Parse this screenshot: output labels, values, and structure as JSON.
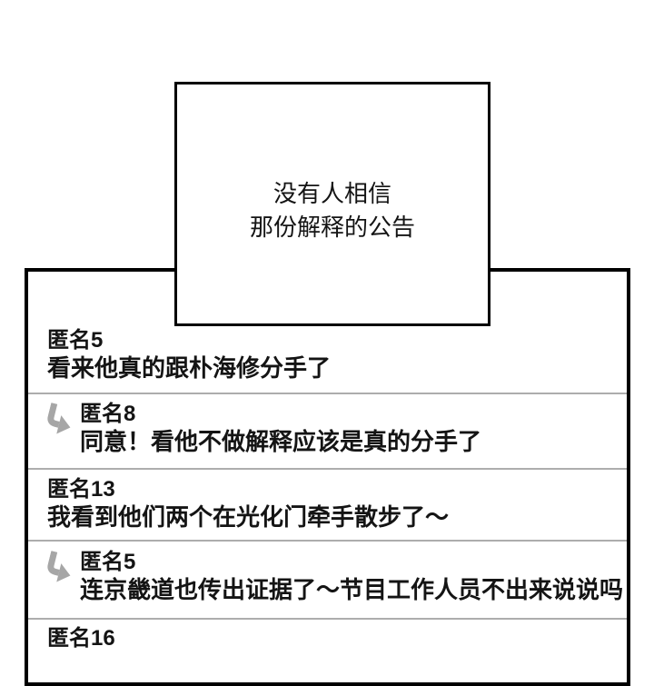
{
  "speech_bubble": {
    "line1": "没有人相信",
    "line2": "那份解释的公告"
  },
  "comment_board": {
    "comments": [
      {
        "name": "匿名5",
        "text": "看来他真的跟朴海修分手了",
        "is_reply": false
      },
      {
        "name": "匿名8",
        "text": "同意！看他不做解释应该是真的分手了",
        "is_reply": true
      },
      {
        "name": "匿名13",
        "text": "我看到他们两个在光化门牵手散步了～",
        "is_reply": false
      },
      {
        "name": "匿名5",
        "text": "连京畿道也传出证据了～节目工作人员不出来说说吗",
        "is_reply": true
      },
      {
        "name": "匿名16",
        "text": "",
        "is_reply": false
      }
    ]
  },
  "icons": {
    "reply_arrow": "reply-arrow-icon"
  },
  "colors": {
    "panel_border": "#000000",
    "caption_border": "#000000",
    "divider": "#adadad",
    "reply_arrow": "#a6a6a6",
    "text": "#141414",
    "background": "#ffffff"
  }
}
